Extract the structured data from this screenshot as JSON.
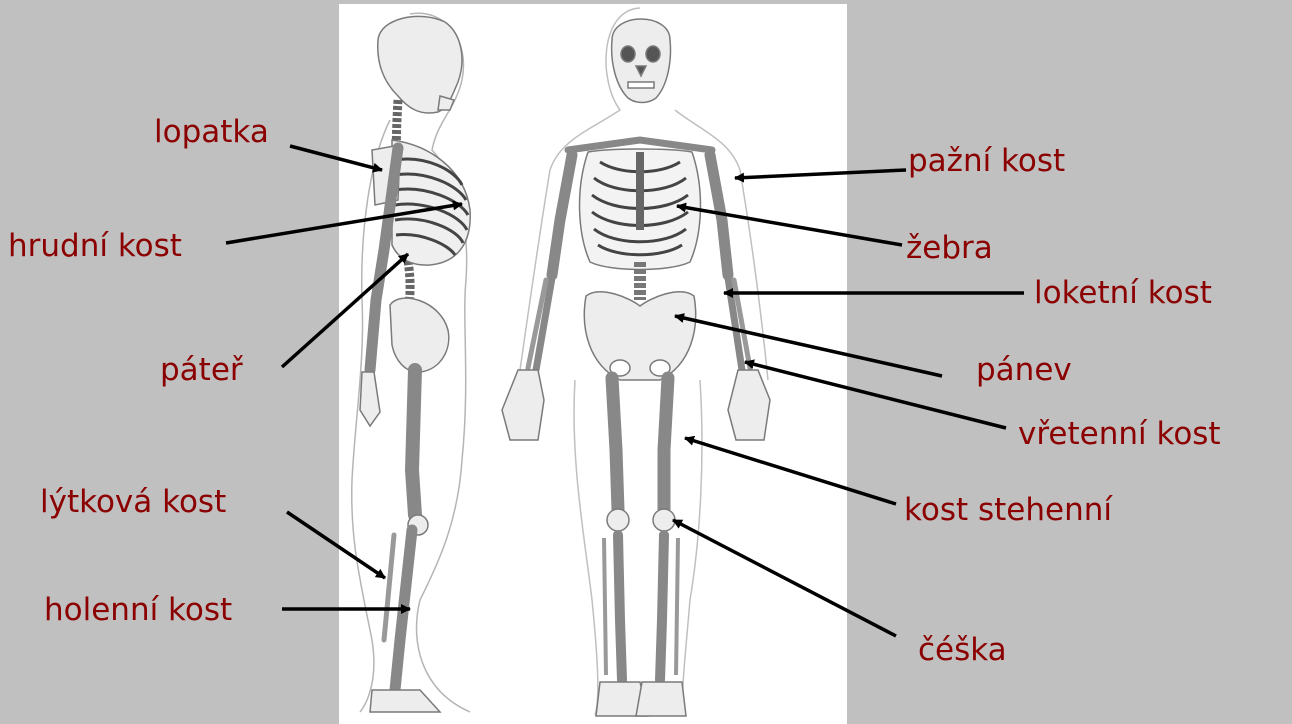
{
  "colors": {
    "background": "#c0c0c0",
    "label": "#8b0000",
    "arrow": "#000000",
    "panel": "#ffffff"
  },
  "labels": {
    "lopatka": "lopatka",
    "hrudni_kost": "hrudní kost",
    "pater": "páteř",
    "lytkova_kost": "lýtková kost",
    "holenni_kost": "holenní kost",
    "pazni_kost": "pažní kost",
    "zebra": "žebra",
    "loketni_kost": "loketní kost",
    "panev": "pánev",
    "vretenni_kost": "vřetenní kost",
    "kost_stehenni": "kost stehenní",
    "ceska": "čéška"
  },
  "figures": [
    "skeleton-side-view",
    "skeleton-front-view"
  ]
}
